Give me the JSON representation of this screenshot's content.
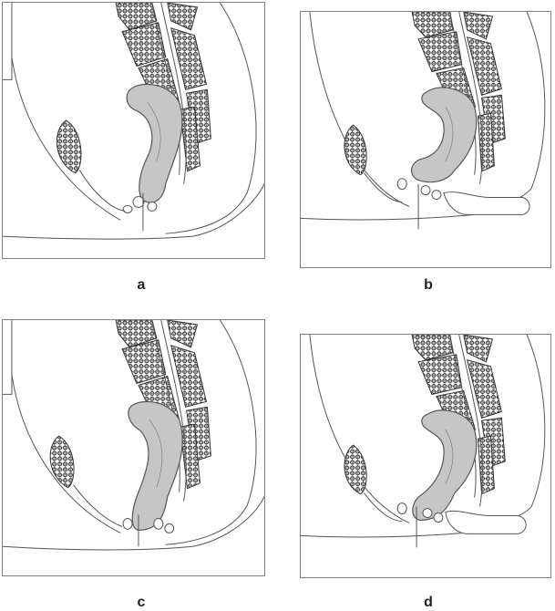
{
  "figure": {
    "panels": [
      {
        "label": "a"
      },
      {
        "label": "b"
      },
      {
        "label": "c"
      },
      {
        "label": "d"
      }
    ]
  },
  "colors": {
    "line": "#555555",
    "organ_fill": "#c6c6c6",
    "bone_fill": "#ffffff",
    "hatch": "#333333"
  }
}
